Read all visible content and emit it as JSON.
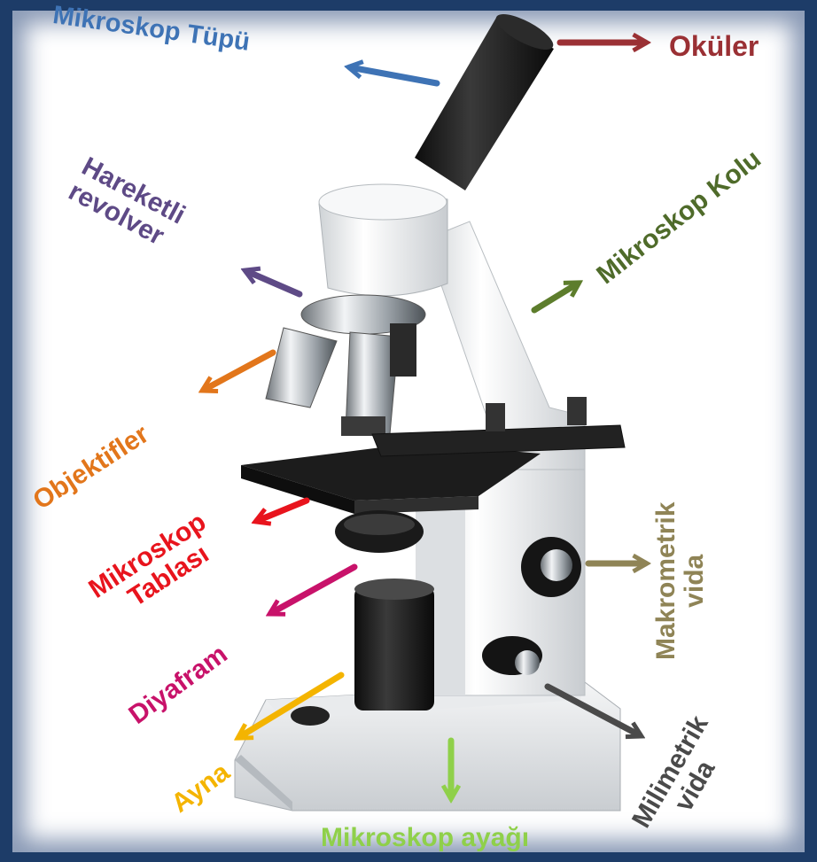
{
  "labels": {
    "tube": "Mikroskop Tüpü",
    "ocular": "Oküler",
    "revolver_line1": "Hareketli",
    "revolver_line2": "revolver",
    "arm": "Mikroskop Kolu",
    "objectives": "Objektifler",
    "stage_line1": "Mikroskop",
    "stage_line2": "Tablası",
    "macro_line1": "Makrometrik",
    "macro_line2": "vida",
    "diaphragm": "Diyafram",
    "mirror": "Ayna",
    "micro_line1": "Milimetrik",
    "micro_line2": "vida",
    "foot": "Mikroskop ayağı"
  },
  "colors": {
    "tube": "#3e73b5",
    "ocular": "#9a3034",
    "revolver": "#5e4a86",
    "arm": "#4f6b2a",
    "objectives": "#e2761b",
    "stage": "#e8141d",
    "macro": "#8f8456",
    "diaphragm": "#c8126a",
    "mirror": "#f4b400",
    "micro": "#4a4a4a",
    "foot": "#8fd04a",
    "frame": "#1d3c68"
  }
}
